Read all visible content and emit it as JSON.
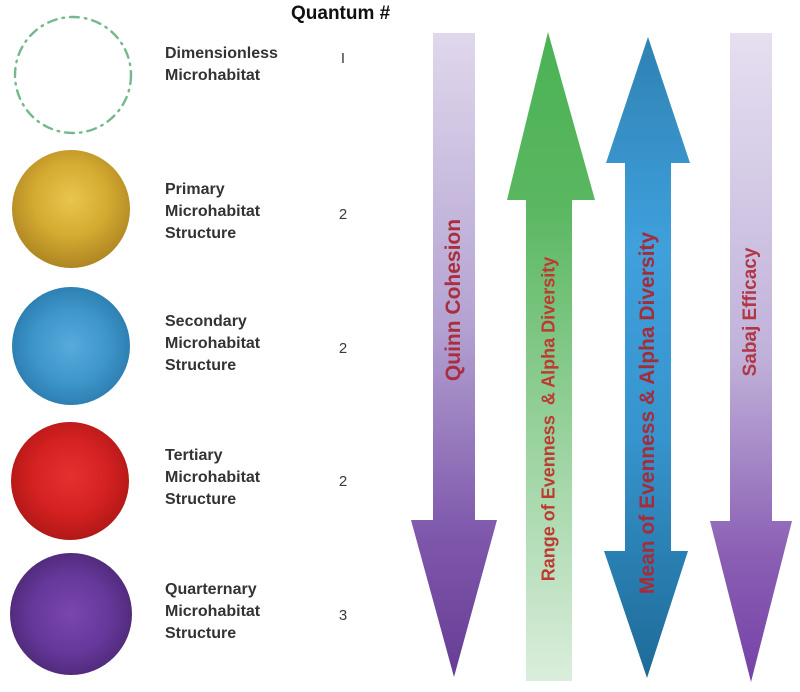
{
  "header": {
    "quantum_label": "Quantum #"
  },
  "rows": [
    {
      "lines": [
        "Dimensionless",
        "Microhabitat"
      ],
      "quantum": "I",
      "circle": "dashed-green-outline"
    },
    {
      "lines": [
        "Primary",
        "Microhabitat",
        "Structure"
      ],
      "quantum": "2",
      "circle": "gold-sphere"
    },
    {
      "lines": [
        "Secondary",
        "Microhabitat",
        "Structure"
      ],
      "quantum": "2",
      "circle": "blue-sphere"
    },
    {
      "lines": [
        "Tertiary",
        "Microhabitat",
        "Structure"
      ],
      "quantum": "2",
      "circle": "red-sphere"
    },
    {
      "lines": [
        "Quarternary",
        "Microhabitat",
        "Structure"
      ],
      "quantum": "3",
      "circle": "purple-sphere"
    }
  ],
  "arrows": [
    {
      "label": "Quinn Cohesion",
      "direction": "down",
      "color_scheme": "lavender-to-purple"
    },
    {
      "label": "Range of Evenness  & Alpha Diversity",
      "direction": "up",
      "color_scheme": "green-to-pale-green"
    },
    {
      "label": "Mean of Evenness & Alpha Diversity",
      "direction": "both",
      "color_scheme": "blue"
    },
    {
      "label": "Sabaj Efficacy",
      "direction": "down",
      "color_scheme": "lavender-to-purple"
    }
  ],
  "colors": {
    "arrow_label_text": "#b13138",
    "dashed_circle_stroke": "#74b88c",
    "gold_sphere": "#d5ab31",
    "blue_sphere": "#3d95c9",
    "red_sphere": "#d32020",
    "purple_sphere": "#65389b",
    "purple_arrow_light": "#e0d8ec",
    "purple_arrow_dark": "#6a4199",
    "green_arrow_head": "#4fb257",
    "green_arrow_tail": "#dbeedd",
    "blue_arrow_mid": "#3fa0dc",
    "blue_arrow_dark": "#1d6a97"
  }
}
